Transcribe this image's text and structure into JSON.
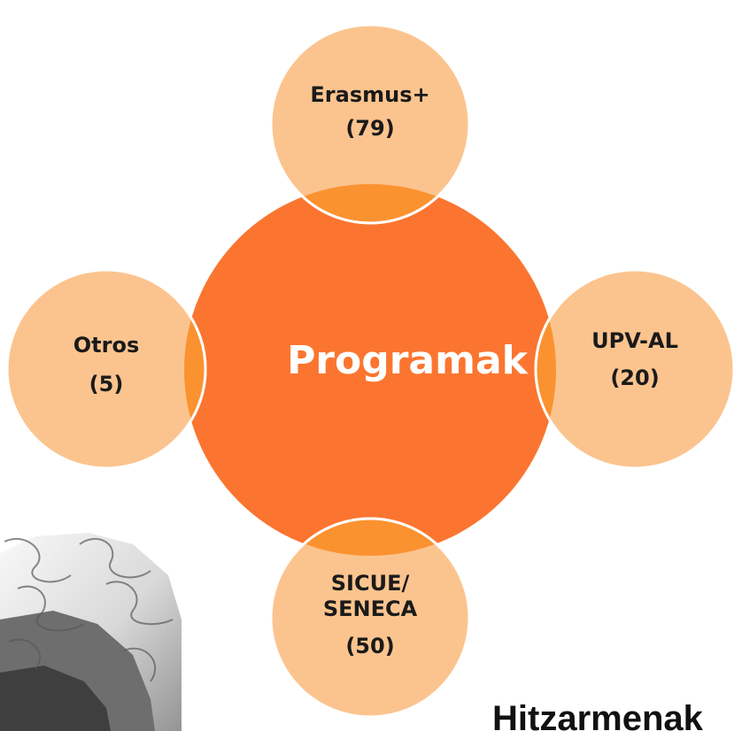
{
  "diagram": {
    "center": {
      "label": "Programak"
    },
    "nodes": [
      {
        "id": "erasmus",
        "name": "Erasmus+",
        "count": "(79)"
      },
      {
        "id": "upv-al",
        "name": "UPV-AL",
        "count": "(20)"
      },
      {
        "id": "sicue-seneca",
        "name": "SICUE/\nSENECA",
        "count": "(50)"
      },
      {
        "id": "otros",
        "name": "Otros",
        "count": "(5)"
      }
    ]
  },
  "footer": {
    "title": "Hitzarmenak"
  },
  "colors": {
    "center_fill": "#fb7530",
    "node_fill": "#fbc48f",
    "overlap_fill": "#fb9230",
    "node_stroke": "#ffffff",
    "puzzle_dark": "#555555",
    "puzzle_light": "#dcdcdc"
  }
}
